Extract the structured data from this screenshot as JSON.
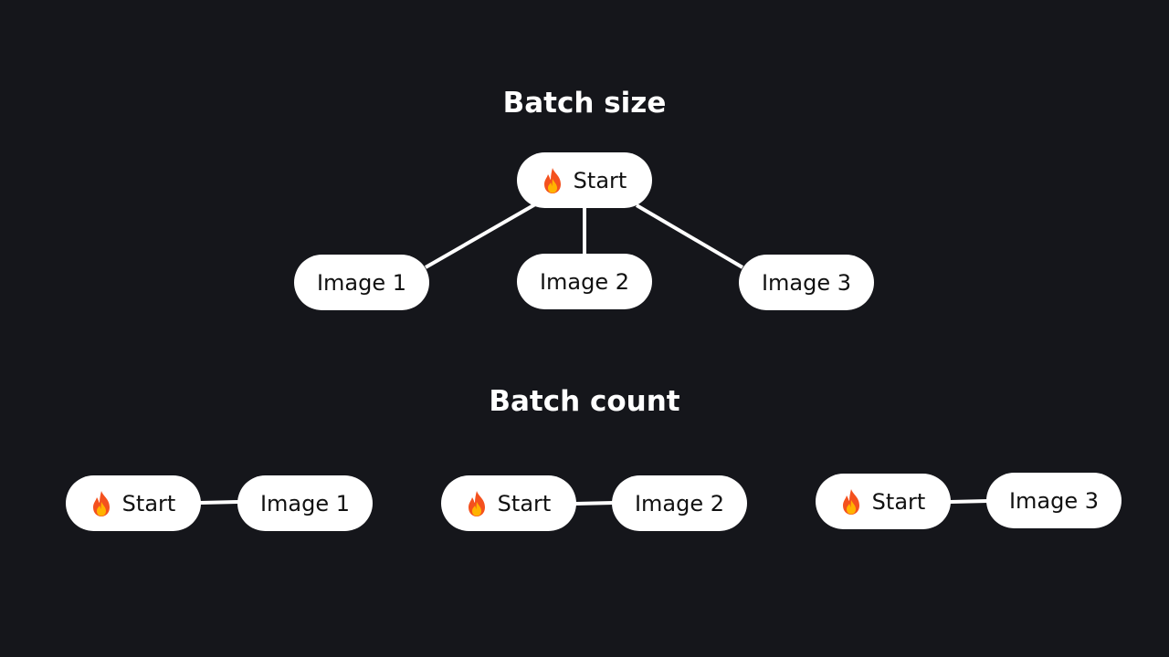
{
  "batch_size": {
    "title": "Batch size",
    "start": {
      "label": "Start",
      "icon": "fire-icon"
    },
    "images": [
      "Image 1",
      "Image 2",
      "Image 3"
    ]
  },
  "batch_count": {
    "title": "Batch count",
    "pairs": [
      {
        "start": "Start",
        "image": "Image 1"
      },
      {
        "start": "Start",
        "image": "Image 2"
      },
      {
        "start": "Start",
        "image": "Image 3"
      }
    ]
  },
  "colors": {
    "background": "#15161b",
    "node_fill": "#ffffff",
    "node_text": "#111111",
    "connector": "#ffffff"
  }
}
